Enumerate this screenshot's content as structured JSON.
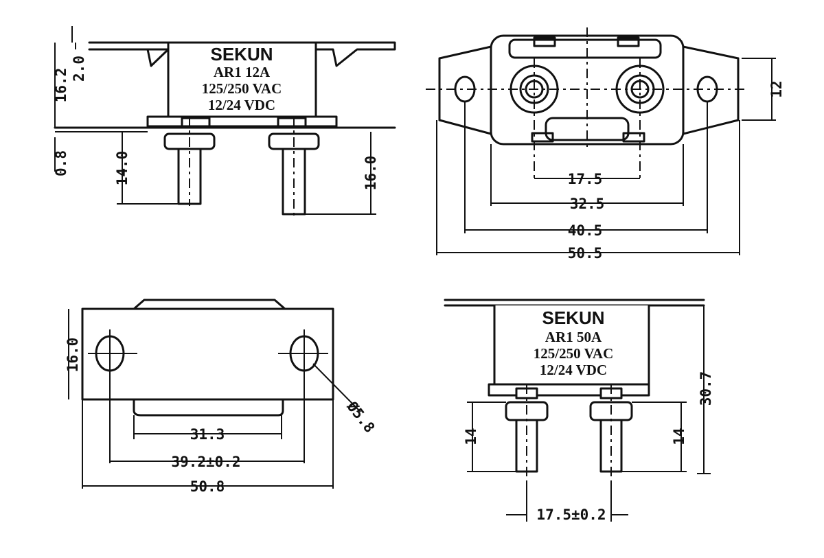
{
  "views": {
    "front_12a": {
      "label": {
        "brand": "SEKUN",
        "model_rating": "AR1     12A",
        "voltage_ac": "125/250 VAC",
        "voltage_dc": "12/24   VDC"
      },
      "dims": {
        "height_total": "16.2",
        "flange": "2.0",
        "base": "0.8",
        "stud_left": "14.0",
        "stud_right": "16.0"
      }
    },
    "top": {
      "dims": {
        "terminal_spacing": "17.5",
        "body_width": "32.5",
        "hole_spacing": "40.5",
        "overall_width": "50.5",
        "flange_height": "12"
      }
    },
    "bottom": {
      "dims": {
        "height": "16.0",
        "slot_width": "31.3",
        "hole_spacing": "39.2±0.2",
        "overall_width": "50.8",
        "hole_diameter": "Ø5.8"
      }
    },
    "front_50a": {
      "label": {
        "brand": "SEKUN",
        "model_rating": "AR1     50A",
        "voltage_ac": "125/250 VAC",
        "voltage_dc": "12/24   VDC"
      },
      "dims": {
        "stud_left": "14",
        "stud_right": "14",
        "height_total": "30.7",
        "terminal_spacing": "17.5±0.2"
      }
    }
  }
}
